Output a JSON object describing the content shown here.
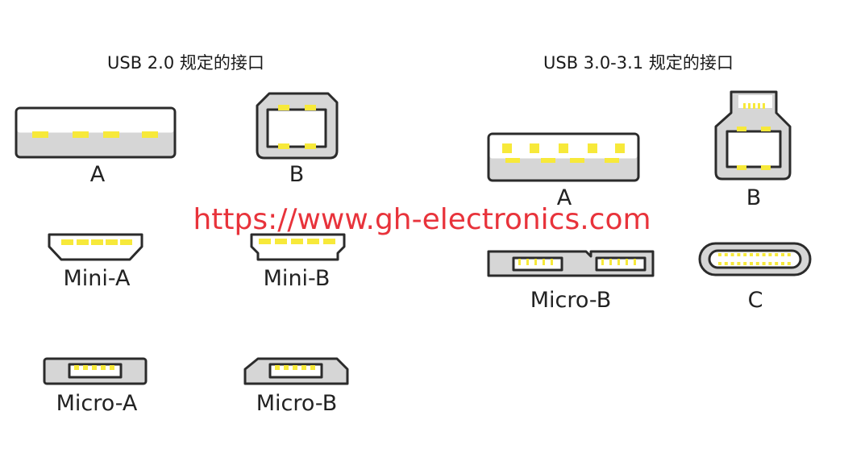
{
  "headings": {
    "usb2": "USB 2.0 规定的接口",
    "usb3": "USB 3.0-3.1 规定的接口"
  },
  "labels": {
    "usb2_a": "A",
    "usb2_b": "B",
    "usb2_mini_a": "Mini-A",
    "usb2_mini_b": "Mini-B",
    "usb2_micro_a": "Micro-A",
    "usb2_micro_b": "Micro-B",
    "usb3_a": "A",
    "usb3_b": "B",
    "usb3_micro_b": "Micro-B",
    "usb3_c": "C"
  },
  "watermark": "https://www.gh-electronics.com",
  "colors": {
    "outline": "#2b2b2b",
    "plug_fill": "#d6d6d6",
    "cavity": "#ffffff",
    "pin": "#f7e93a",
    "watermark": "#e8333b"
  }
}
